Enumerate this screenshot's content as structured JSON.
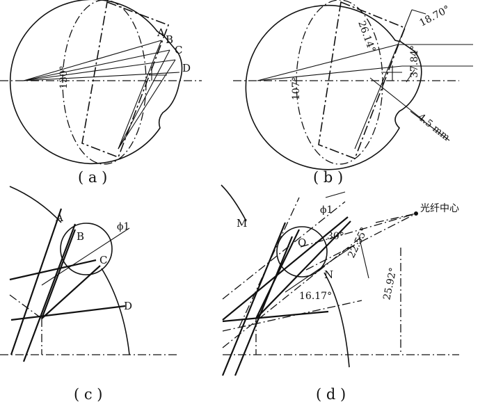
{
  "panels": {
    "a": {
      "caption": "( a )",
      "points": [
        "A",
        "B",
        "C",
        "D"
      ],
      "angle": "130°"
    },
    "b": {
      "caption": "( b )",
      "angle_main": "107°",
      "angle_top": "18.70°",
      "angle_right": "37.84°",
      "angle_left": "26.14°",
      "distance": "4.5 mm"
    },
    "c": {
      "caption": "( c )",
      "points": [
        "A",
        "B",
        "C",
        "D"
      ],
      "diameter": "ϕ1"
    },
    "d": {
      "caption": "( d )",
      "points": [
        "M",
        "O",
        "N"
      ],
      "diameter": "ϕ1",
      "angle_30": "30°",
      "angle_2255": "22.55°",
      "angle_2592": "25.92°",
      "angle_1617": "16.17°",
      "fiber_center": "光纤中心"
    }
  }
}
